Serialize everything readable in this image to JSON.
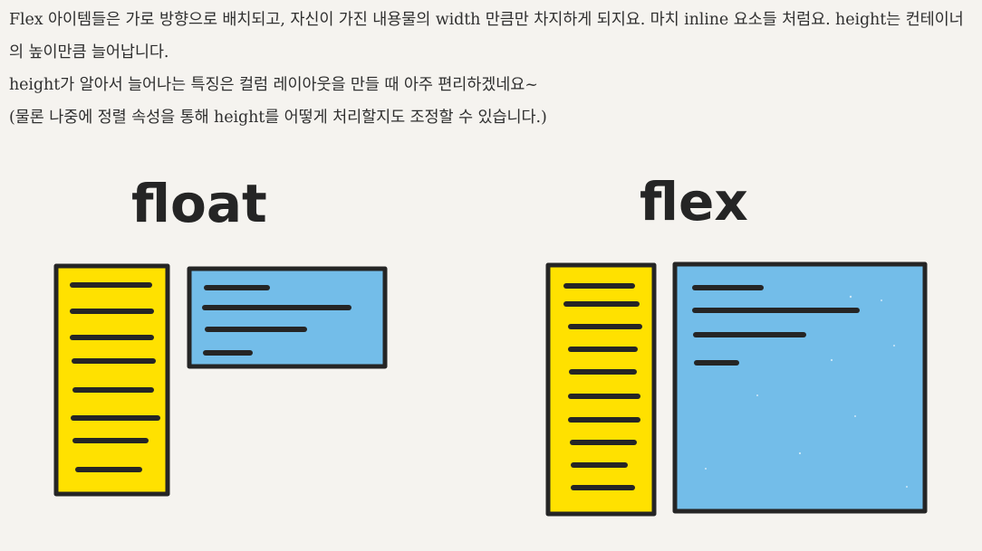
{
  "paragraphs": [
    "Flex 아이템들은 가로 방향으로 배치되고, 자신이 가진 내용물의 width 만큼만 차지하게 되지요. 마치 inline 요소들 처럼요. height는 컨테이너의 높이만큼 늘어납니다.",
    "height가 알아서 늘어나는 특징은 컬럼 레이아웃을 만들 때 아주 편리하겠네요~",
    "(물론 나중에 정렬 속성을 통해 height를 어떻게 처리할지도 조정할 수 있습니다.)"
  ],
  "diagrams": {
    "left_title": "float",
    "right_title": "flex"
  },
  "colors": {
    "background": "#f5f3ef",
    "yellow": "#ffe100",
    "blue": "#73bde9",
    "outline": "#252525"
  }
}
